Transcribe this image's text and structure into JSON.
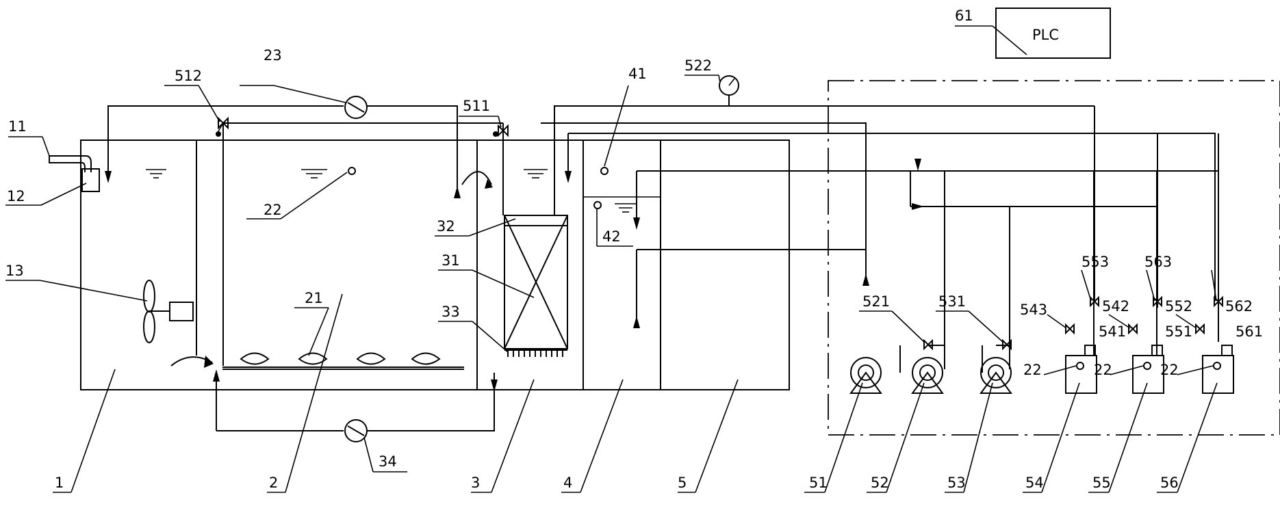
{
  "plc": {
    "label": "PLC",
    "ref": "61"
  },
  "labels": {
    "tank1": "1",
    "tank2": "2",
    "tank3": "3",
    "tank4": "4",
    "tank5": "5",
    "inlet_pipe": "11",
    "inlet_box": "12",
    "mixer": "13",
    "aerators": "21",
    "sensor_tank2": "22",
    "blower": "23",
    "membrane": "31",
    "membrane_top": "32",
    "membrane_bottom": "33",
    "return_pump": "34",
    "sensor_tank4_top": "41",
    "sensor_tank4_level": "42",
    "pump1": "51",
    "pump2": "52",
    "pump3": "53",
    "dose_tank1": "54",
    "dose_tank2": "55",
    "dose_tank3": "56",
    "valve511": "511",
    "valve512": "512",
    "valve521": "521",
    "valve531": "531",
    "gauge522": "522",
    "valve541": "541",
    "valve542": "542",
    "valve543": "543",
    "valve551": "551",
    "valve552": "552",
    "valve553": "553",
    "valve561": "561",
    "valve562": "562",
    "valve563": "563",
    "sensor_dose1": "22",
    "sensor_dose2": "22",
    "sensor_dose3": "22"
  }
}
